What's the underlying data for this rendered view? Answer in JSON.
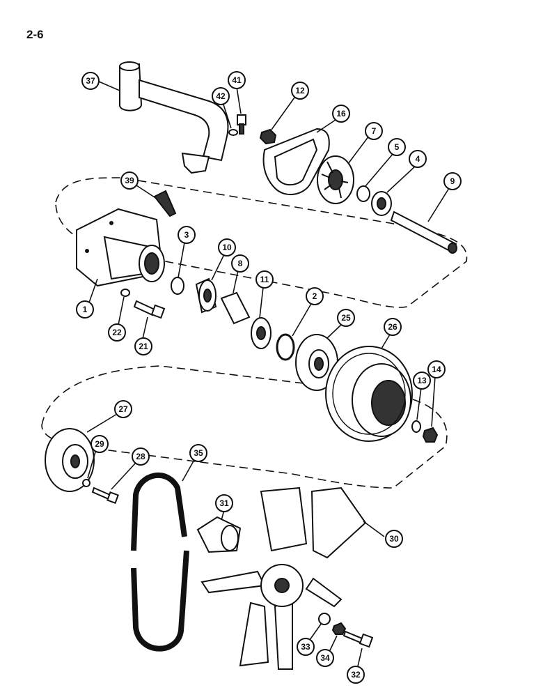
{
  "page_number": "2-6",
  "callouts": {
    "c37": "37",
    "c41": "41",
    "c42": "42",
    "c12": "12",
    "c16": "16",
    "c7": "7",
    "c5": "5",
    "c4": "4",
    "c9": "9",
    "c39": "39",
    "c3": "3",
    "c10": "10",
    "c8": "8",
    "c11": "11",
    "c2": "2",
    "c1": "1",
    "c22": "22",
    "c21": "21",
    "c25": "25",
    "c26": "26",
    "c13": "13",
    "c14": "14",
    "c27": "27",
    "c29": "29",
    "c28": "28",
    "c35": "35",
    "c31": "31",
    "c30": "30",
    "c33": "33",
    "c34": "34",
    "c32": "32"
  }
}
